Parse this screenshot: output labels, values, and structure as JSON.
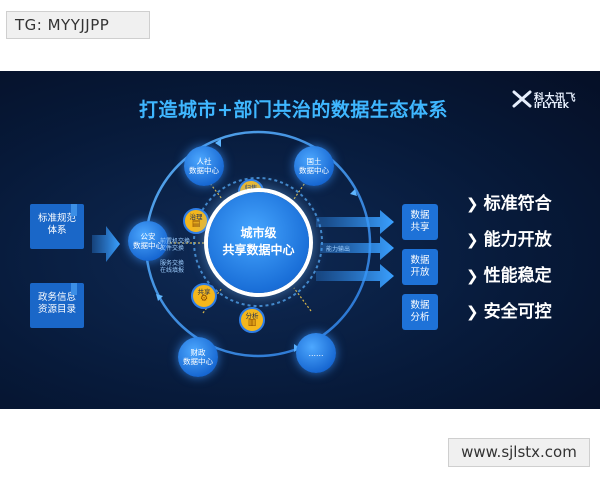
{
  "tag": "TG: MYYJJPP",
  "slide": {
    "title": "打造城市+部门共治的数据生态体系",
    "logo": {
      "cn": "科大讯飞",
      "en": "iFLYTEK"
    },
    "sources": [
      {
        "label": "标准规范\n体系"
      },
      {
        "label": "政务信息\n资源目录"
      }
    ],
    "center": {
      "line1": "城市级",
      "line2": "共享数据中心"
    },
    "outer_nodes": [
      {
        "label": "人社\n数据中心"
      },
      {
        "label": "国土\n数据中心"
      },
      {
        "label": "公安\n数据中心"
      },
      {
        "label": "财政\n数据中心"
      },
      {
        "label": "……"
      }
    ],
    "function_nodes": [
      {
        "label": "归集"
      },
      {
        "label": "治理"
      },
      {
        "label": "共享"
      },
      {
        "label": "分析"
      }
    ],
    "flow_labels": {
      "exchange1": "前置机交换\n文件交换",
      "exchange2": "服务交换\n在线填报",
      "output": "能力输出"
    },
    "outputs": [
      {
        "label": "数据\n共享"
      },
      {
        "label": "数据\n开放"
      },
      {
        "label": "数据\n分析"
      }
    ],
    "bullets": [
      {
        "text": "标准符合"
      },
      {
        "text": "能力开放"
      },
      {
        "text": "性能稳定"
      },
      {
        "text": "安全可控"
      }
    ]
  },
  "watermark": "www.sjlstx.com"
}
